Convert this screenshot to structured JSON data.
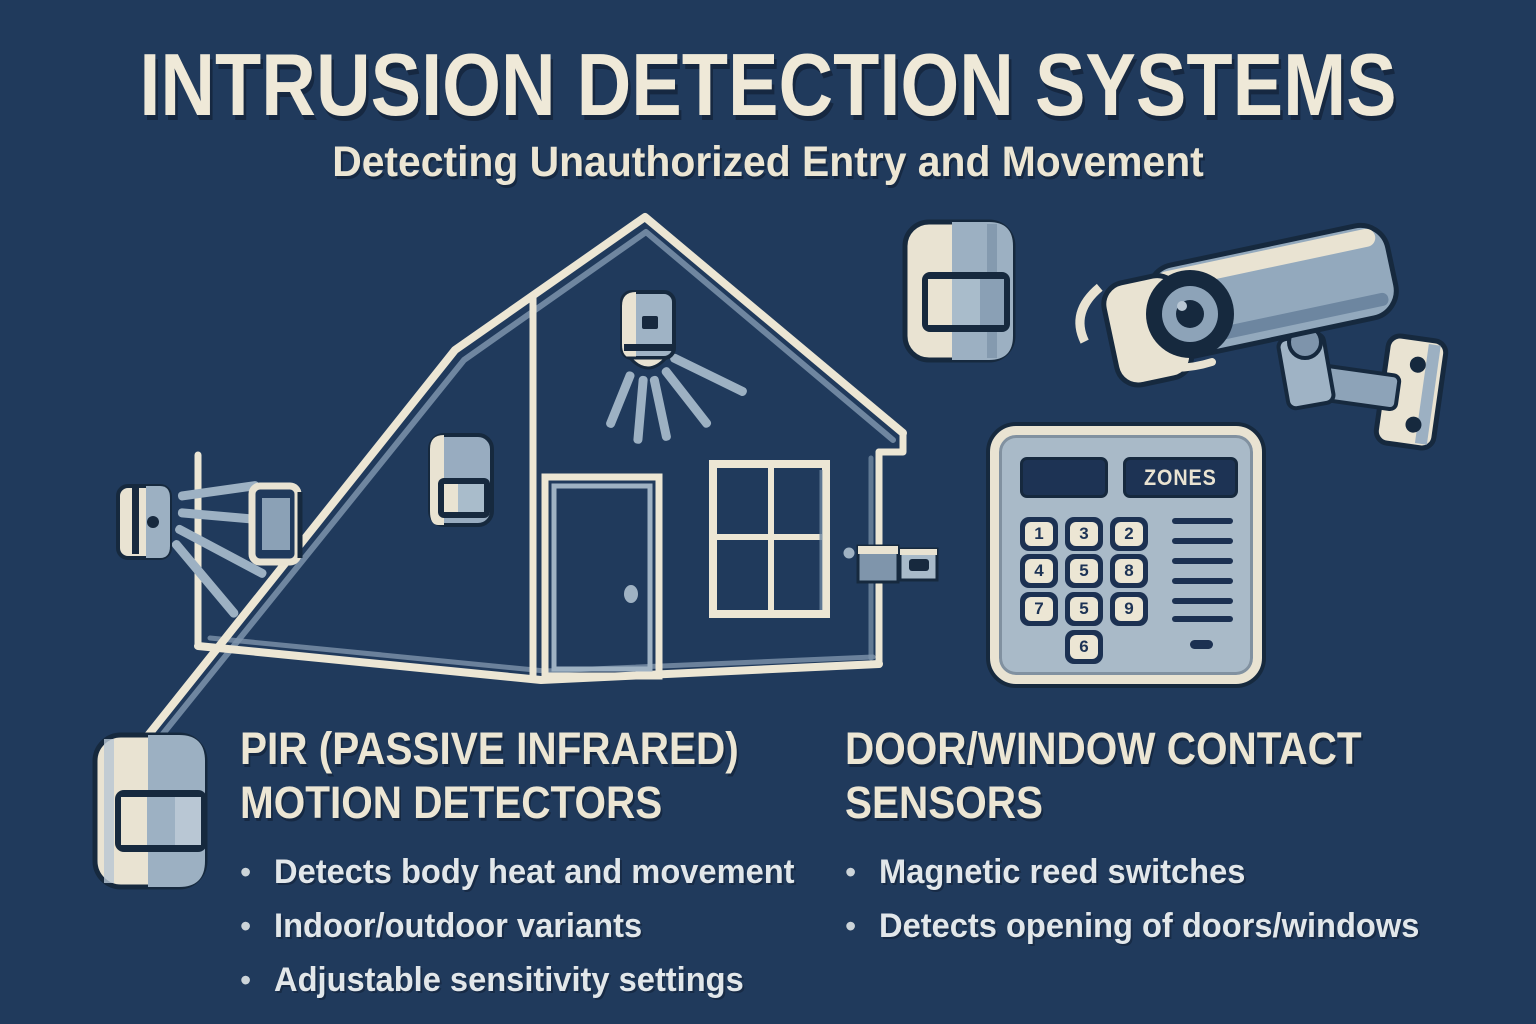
{
  "header": {
    "title": "INTRUSION DETECTION SYSTEMS",
    "subtitle": "Detecting Unauthorized Entry and Movement"
  },
  "keypad": {
    "zones_label": "ZONES",
    "keys": [
      "1",
      "3",
      "2",
      "4",
      "5",
      "8",
      "7",
      "5",
      "9",
      "6"
    ]
  },
  "sections": {
    "pir": {
      "heading_line1": "PIR (PASSIVE INFRARED)",
      "heading_line2": "MOTION DETECTORS",
      "bullets": [
        "Detects body heat and movement",
        "Indoor/outdoor variants",
        "Adjustable sensitivity settings"
      ]
    },
    "contact": {
      "heading_line1": "DOOR/WINDOW CONTACT",
      "heading_line2": "SENSORS",
      "bullets": [
        "Magnetic reed switches",
        "Detects opening of doors/windows"
      ]
    }
  },
  "ui": {
    "bullet_char": "•"
  },
  "icons": [
    "house-diagram-icon",
    "pir-motion-sensor-icon",
    "cctv-camera-icon",
    "alarm-keypad-icon",
    "door-contact-sensor-icon",
    "motion-beam-icon"
  ],
  "colors": {
    "background": "#203a5c",
    "cream": "#ece6d4",
    "steel": "#8da3b8",
    "steel_light": "#b9c7d4",
    "outline": "#16293e",
    "bullet_text": "#e2e7ea"
  }
}
